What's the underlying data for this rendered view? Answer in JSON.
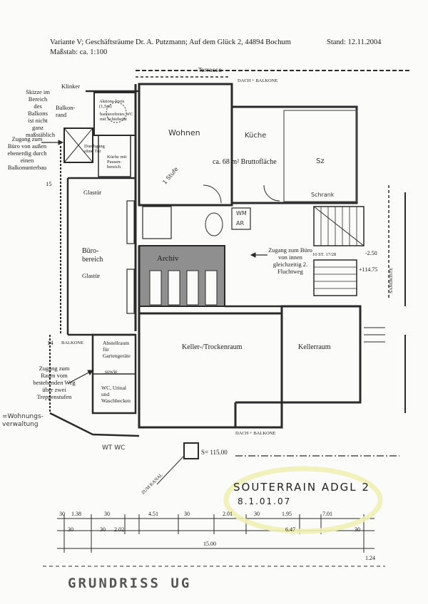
{
  "header": {
    "line1": "Variante V; Geschäftsräume Dr. A. Putzmann; Auf dem Glück 2, 44894 Bochum",
    "date": "Stand: 12.11.2004",
    "scale": "Maßstab: ca. 1:100"
  },
  "side_notes": {
    "sketch_note": "Skizze im Bereich des Balkons ist nicht ganz maßstäblich",
    "access_outside": "Zugang zum Büro von außen ebenerdig durch einen Balkonunterbau",
    "access_inside": "Zugang zum Büro von innen gleichzeitig 2. Fluchtweg",
    "access_room": "Zugang zum Raum vom bestehenden Weg über zwei Treppenstufen"
  },
  "rooms": {
    "klinker": "Klinker",
    "balkonrand": "Balkon-rand",
    "aktions": "Aktions-kreis (1,5m)",
    "wc_barriere": "barrierefreies WC mit Schiebetür",
    "durchgang": "Durchgang ohne Tür",
    "kueche_pausen": "Küche mit Pausen-bereich",
    "glastuer1": "Glastür",
    "glastuer2": "Glastür",
    "buero": "Büro-bereich",
    "archiv": "Archiv",
    "keller_trocken": "Keller-/Trockenraum",
    "kellerraum": "Kellerraum",
    "abstellraum": "Abstellraum für Gartengeräte",
    "sowie": "sowie",
    "wc_urinal": "WC, Urinal und Waschbecken",
    "flaeche": "ca. 68 m² Bruttofläche",
    "num15": "15",
    "num14": "14"
  },
  "handwritten": {
    "wohnen": "Wohnen",
    "kueche": "Küche",
    "sz": "Sz",
    "schrank": "Schrank",
    "stufe": "1 Stufe",
    "wm": "WM",
    "ar": "AR",
    "terrasse": "Terrasse",
    "wohnungsverwaltung": "=Wohnungs-verwaltung",
    "wc_bottom": "WT WC",
    "stamp1": "SOUTERRAIN  ADGL 2",
    "stamp2": "8.1.01.07"
  },
  "plan_annotations": {
    "dach_balkone_top": "DACH + BALKONE",
    "dach_balkone_bottom": "DACH + BALKONE",
    "balkone": "BALKONE",
    "kanal": "ZUM KANAL",
    "level_right": "-2.50",
    "level_right2": "+114.75",
    "level_bottom": "S= 115.00",
    "stair_code": "10 ST. 17/28",
    "sandkiste": "SANDKISTE"
  },
  "dimensions": {
    "row1": [
      "30",
      "1.38",
      "30",
      "4.51",
      "30",
      "2.01",
      "30",
      "1.95",
      "7.01"
    ],
    "row2": [
      "30",
      "30",
      "2.02",
      "6.47",
      "30"
    ],
    "total": "15.00",
    "right": "1.24"
  },
  "title_block": {
    "title": "GRUNDRISS UG"
  }
}
